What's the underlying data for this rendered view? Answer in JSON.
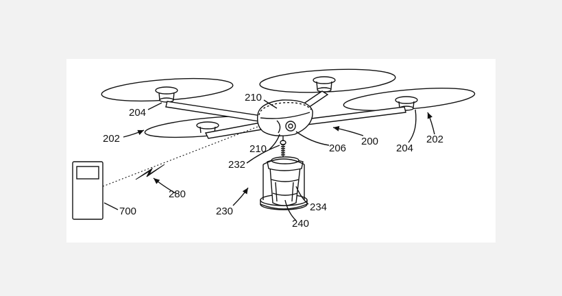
{
  "figure": {
    "background": "#f2f2f2",
    "panel_color": "#ffffff",
    "ink_color": "#111111"
  },
  "labels": {
    "l200": "200",
    "l202_left": "202",
    "l202_right": "202",
    "l204_left": "204",
    "l204_right": "204",
    "l206": "206",
    "l210_top": "210",
    "l210_bottom": "210",
    "l230": "230",
    "l232": "232",
    "l234": "234",
    "l240": "240",
    "l280": "280",
    "l700": "700"
  }
}
